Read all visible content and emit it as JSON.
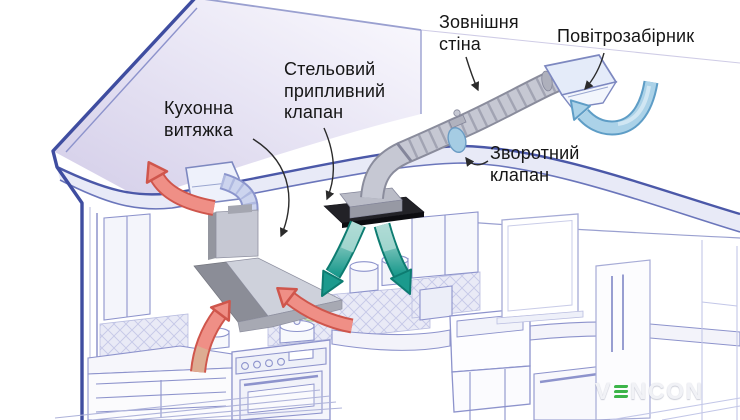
{
  "labels": {
    "kitchen_hood": {
      "lines": [
        "Кухонна",
        "витяжка"
      ]
    },
    "ceiling_supply_valve": {
      "lines": [
        "Стельовий",
        "припливний",
        "клапан"
      ]
    },
    "external_wall": {
      "lines": [
        "Зовнішня",
        "стіна"
      ]
    },
    "air_intake": {
      "lines": [
        "Повітрозабірник"
      ]
    },
    "check_valve": {
      "lines": [
        "Зворотний",
        "клапан"
      ]
    }
  },
  "watermark": {
    "brand": "VENCON",
    "prefix": "V",
    "suffix": "NCON"
  },
  "colors": {
    "exhaust_arrow": "#cf564c",
    "supply_arrow": "#1b9a8d",
    "intake_arrow": "#5e9dc6",
    "outline_dark": "#3f4da0",
    "line_art": "#8d93cc",
    "brand_green": "#3cb54a",
    "label_text": "#161616"
  }
}
